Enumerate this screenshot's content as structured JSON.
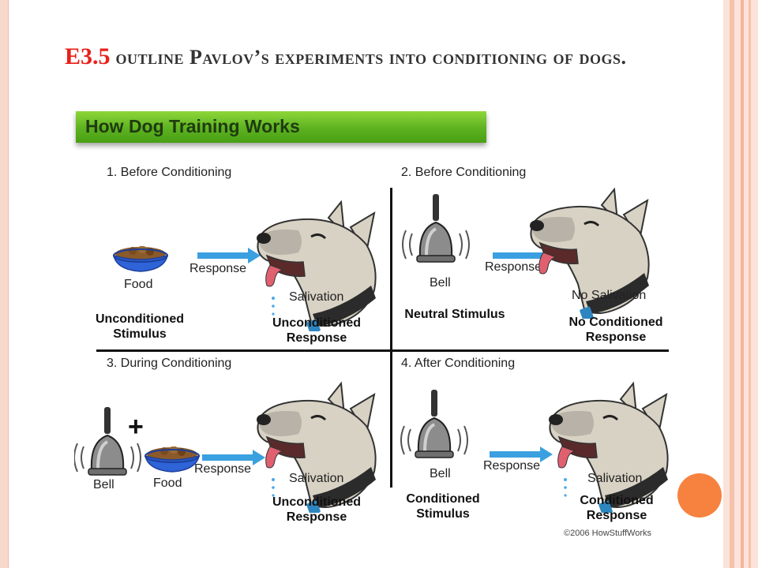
{
  "slide": {
    "code": "E3.5",
    "title_text": " outline Pavlov’s experiments into conditioning of dogs."
  },
  "figure": {
    "banner": "How Dog Training Works",
    "panels": [
      {
        "heading": "1. Before Conditioning",
        "stimulus_label": "Food",
        "arrow_label": "Response",
        "outcome_label": "Salivation",
        "stimulus_term": [
          "Unconditioned",
          "Stimulus"
        ],
        "response_term": [
          "Unconditioned",
          "Response"
        ]
      },
      {
        "heading": "2. Before Conditioning",
        "stimulus_label": "Bell",
        "arrow_label": "Response",
        "outcome_label": "No Salivation",
        "stimulus_term": [
          "Neutral Stimulus"
        ],
        "response_term": [
          "No Conditioned",
          "Response"
        ]
      },
      {
        "heading": "3. During Conditioning",
        "stimulus_label": "Bell",
        "stimulus_label_2": "Food",
        "plus": "+",
        "arrow_label": "Response",
        "outcome_label": "Salivation",
        "response_term": [
          "Unconditioned",
          "Response"
        ]
      },
      {
        "heading": "4. After Conditioning",
        "stimulus_label": "Bell",
        "arrow_label": "Response",
        "outcome_label": "Salivation",
        "stimulus_term": [
          "Conditioned",
          "Stimulus"
        ],
        "response_term": [
          "Conditioned",
          "Response"
        ]
      }
    ],
    "copyright": "©2006 HowStuffWorks"
  },
  "colors": {
    "code_red": "#e8201a",
    "banner_green": "#5cb220",
    "arrow_blue": "#3aa0e0",
    "collar_blue": "#2e86c1",
    "accent_orange": "#f7823f"
  }
}
